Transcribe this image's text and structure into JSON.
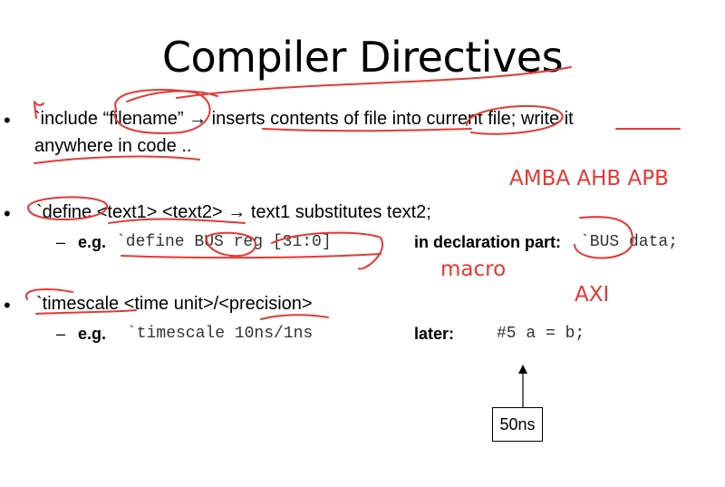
{
  "slide": {
    "title": "Compiler Directives",
    "bullet_glyph": "•",
    "b1_line1_a": "`include “filename” ",
    "b1_line1_arrow": "→",
    "b1_line1_b": " inserts contents of file into current file; write it",
    "b1_line2": "anywhere in code ..",
    "b2_a": "`define <text1> <text2> ",
    "b2_arrow": "→",
    "b2_b": " text1 substitutes text2;",
    "dash": "–",
    "eg": "e.g.",
    "b2_sub_code": "`define BUS reg [31:0]",
    "b2_sub_label": "in declaration part:",
    "b2_sub_code2": "`BUS data;",
    "b3": "`timescale <time unit>/<precision>",
    "b3_sub_code": "`timescale 10ns/1ns",
    "b3_sub_label": "later:",
    "b3_sub_code2": "#5 a = b;",
    "box_label": "50ns"
  },
  "annotations": {
    "amba": "AMBA AHB APB",
    "macro": "macro",
    "axi": "AXI",
    "ink_color": "#e53935"
  }
}
